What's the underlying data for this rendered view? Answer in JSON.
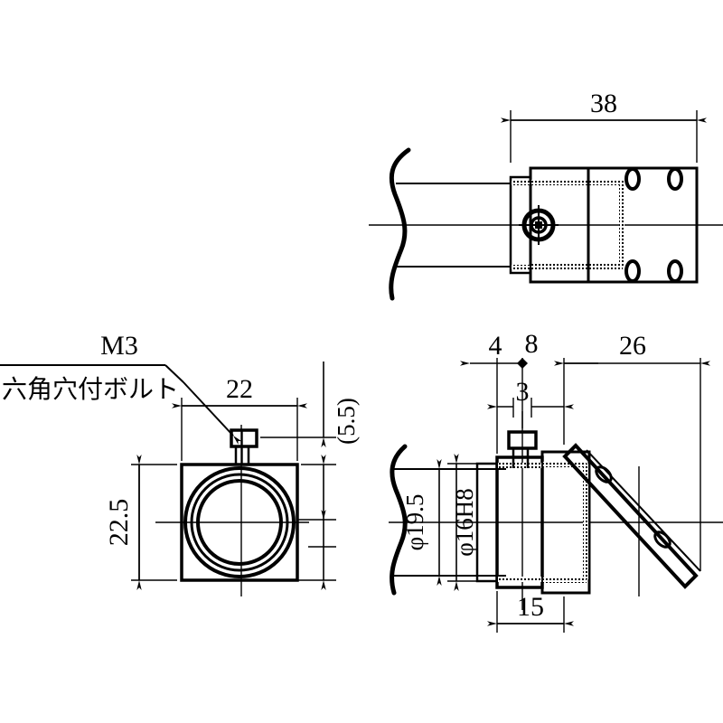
{
  "drawing": {
    "title": "Pipe clamp bracket technical drawing",
    "background_color": "#ffffff",
    "line_color": "#000000",
    "views": [
      {
        "id": "top-view",
        "name": "top-view",
        "position": "upper-right"
      },
      {
        "id": "front-view",
        "name": "front-view",
        "position": "lower-left"
      },
      {
        "id": "side-view",
        "name": "side-view",
        "position": "lower-right"
      }
    ],
    "annotations": {
      "bolt_thread_label": "M3",
      "bolt_type_label_jp": "六角穴付ボルト"
    },
    "dimensions": {
      "top_overall_width": "38",
      "front_width": "22",
      "front_height": "22.5",
      "front_bolt_offset": "(5.5)",
      "side_left_step": "4",
      "side_body_width": "8",
      "side_arm_length": "26",
      "side_small_gap": "3",
      "side_base_width": "15",
      "bore_outer_diameter": "φ19.5",
      "bore_inner_diameter": "φ16H8"
    }
  }
}
